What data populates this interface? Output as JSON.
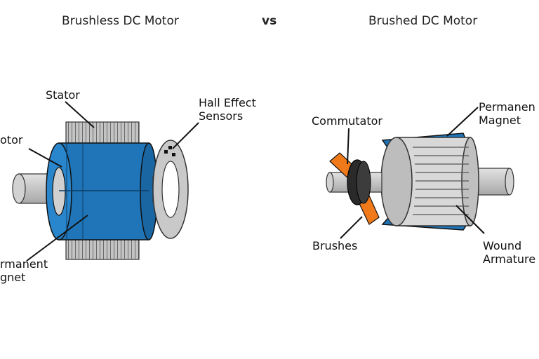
{
  "headings": {
    "brushless": "Brushless DC Motor",
    "vs": "vs",
    "brushed": "Brushed DC Motor"
  },
  "labels": {
    "stator": "Stator",
    "rotor": "otor",
    "hall_effect": "Hall Effect\nSensors",
    "permanent_magnet_left": "rmanent\ngnet",
    "commutator": "Commutator",
    "permanent_magnet_right": "Permanen\nMagnet",
    "brushes": "Brushes",
    "wound_armature": "Wound\nArmature"
  },
  "colors": {
    "magnet_blue": "#1f75b8",
    "stator_gray": "#c4c4c4",
    "shaft_gray": "#c8c8c8",
    "brush_orange": "#f07a1a",
    "commutator_black": "#2a2a2a",
    "outline": "#111111"
  }
}
